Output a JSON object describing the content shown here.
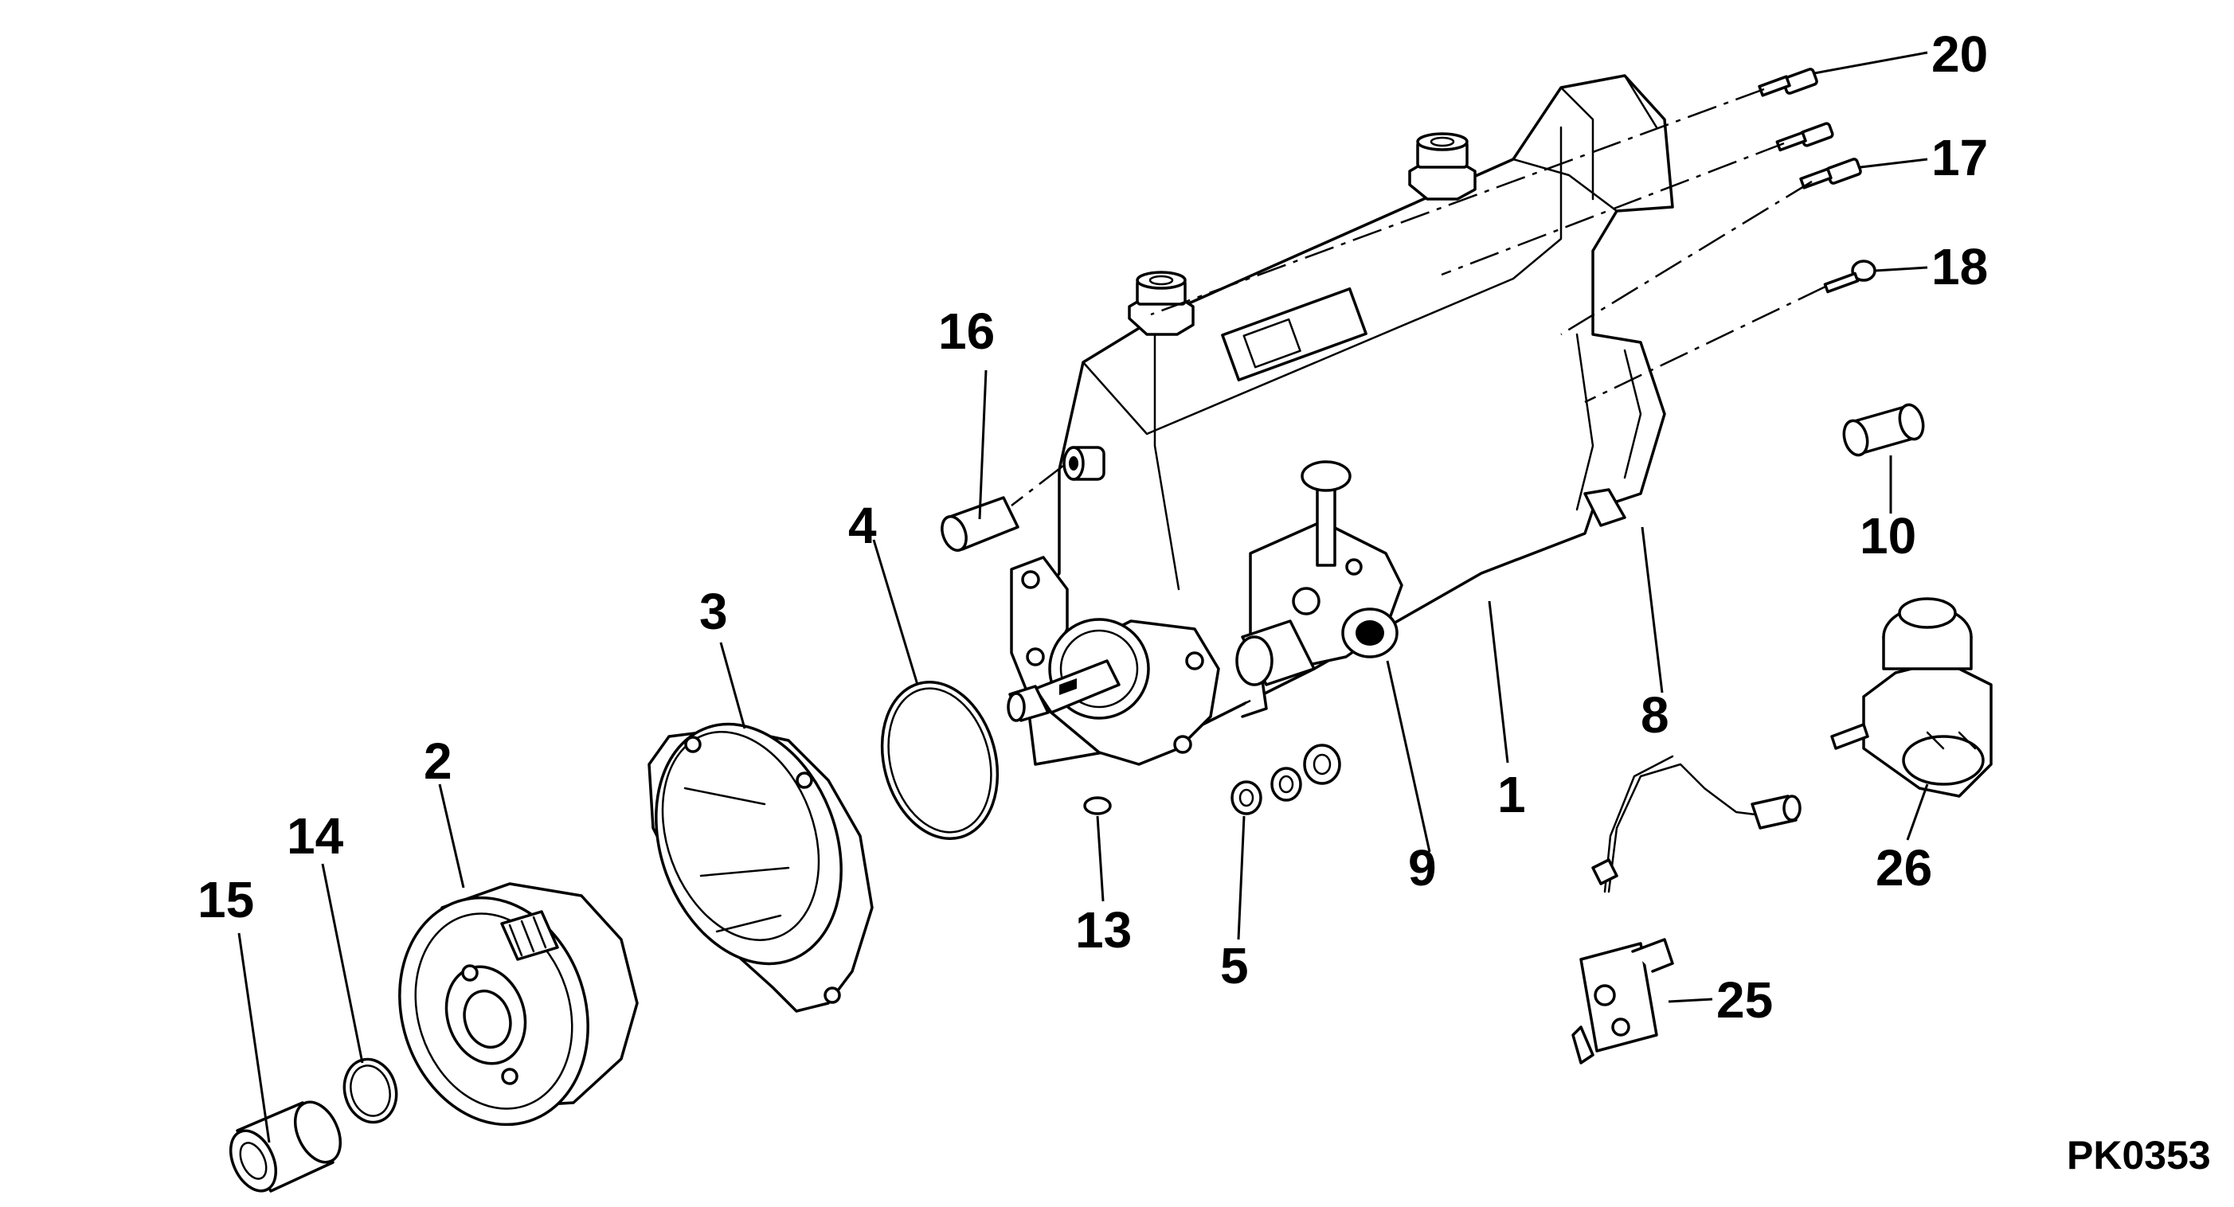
{
  "drawing_code": "PK0353",
  "callouts": {
    "c1": "1",
    "c2": "2",
    "c3": "3",
    "c4": "4",
    "c5": "5",
    "c8": "8",
    "c9": "9",
    "c10": "10",
    "c13": "13",
    "c14": "14",
    "c15": "15",
    "c16": "16",
    "c17": "17",
    "c18": "18",
    "c20": "20",
    "c25": "25",
    "c26": "26"
  }
}
